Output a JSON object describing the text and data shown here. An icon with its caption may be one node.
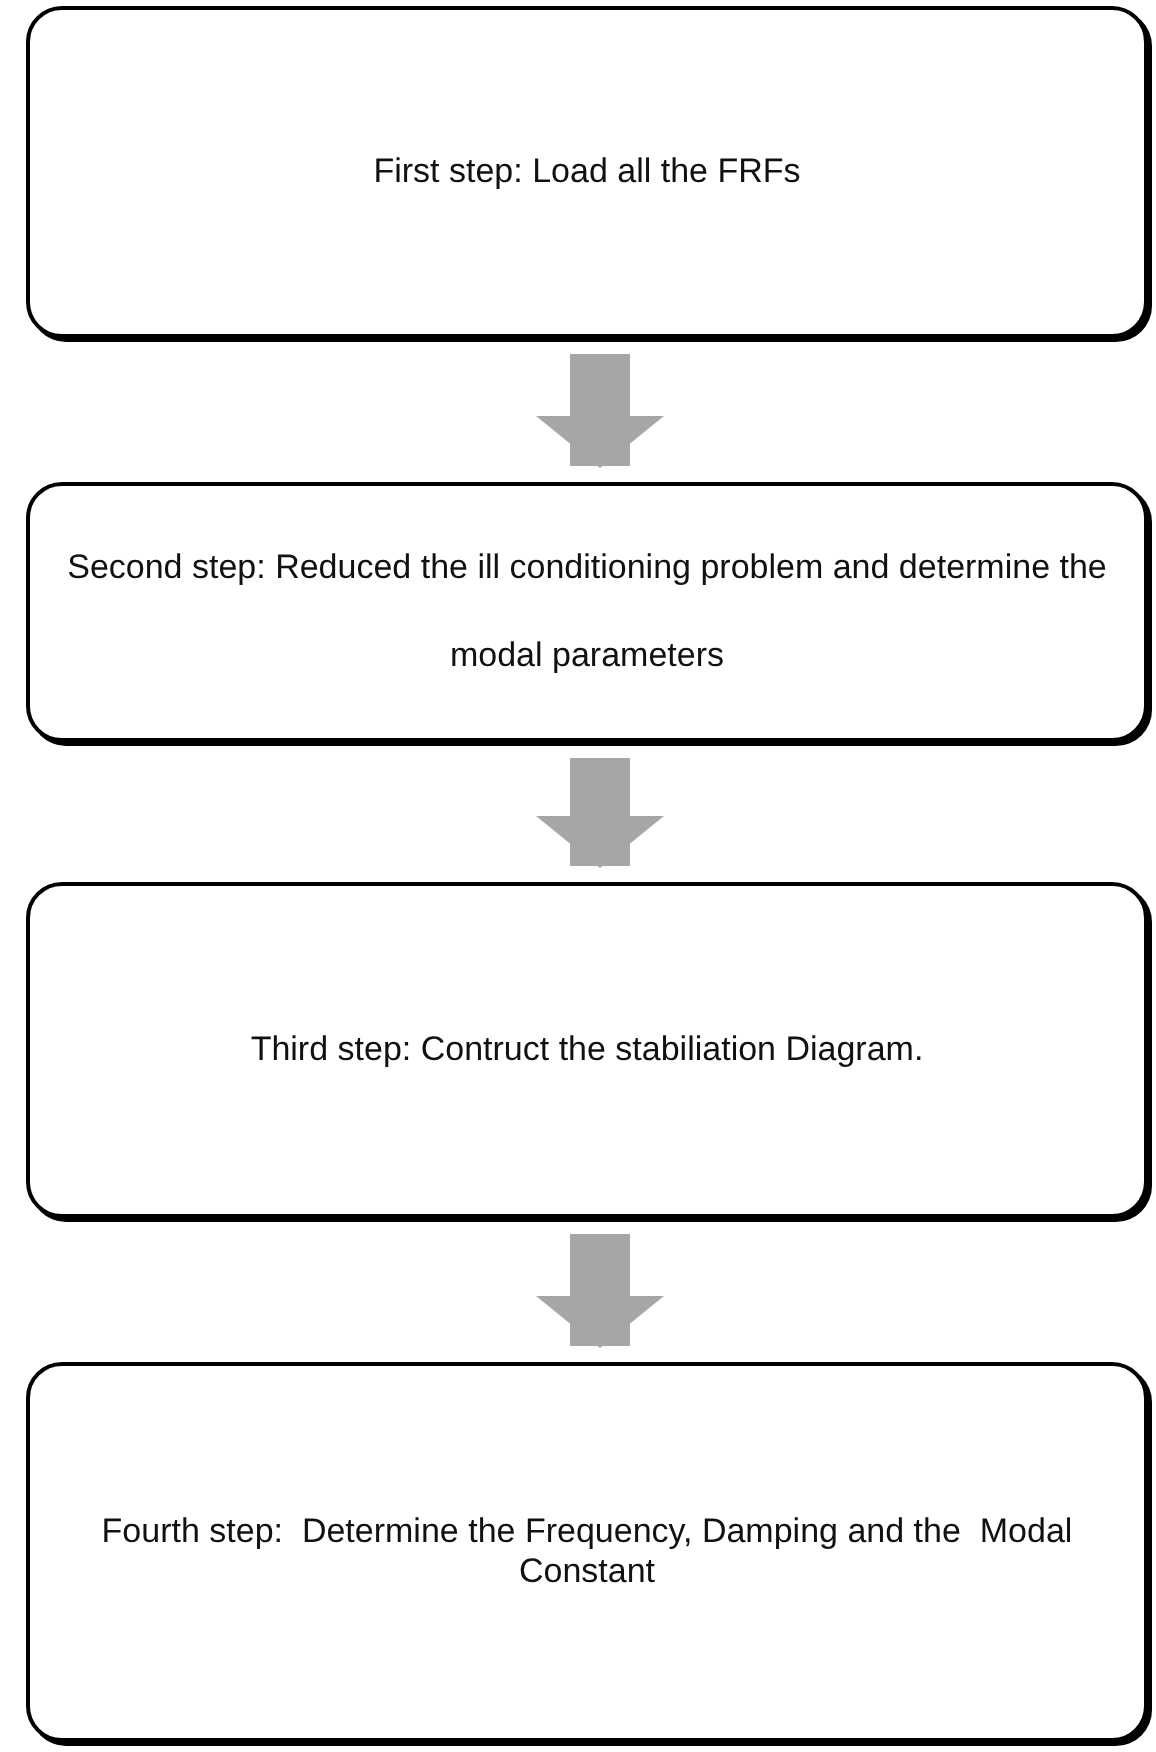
{
  "diagram": {
    "nodes": [
      {
        "text": [
          "First step: Load all the FRFs"
        ]
      },
      {
        "text": [
          "Second step: Reduced the ill conditioning problem and determine the  modal parameters"
        ]
      },
      {
        "text": [
          "Third step: Contruct the stabiliation Diagram."
        ]
      },
      {
        "text": [
          "Fourth step:  Determine the Frequency, Damping and the  Modal Constant"
        ]
      }
    ],
    "edges": [
      {
        "from": 0,
        "to": 1,
        "arrow": "to"
      },
      {
        "from": 1,
        "to": 2,
        "arrow": "to"
      },
      {
        "from": 2,
        "to": 3,
        "arrow": "to"
      }
    ]
  }
}
